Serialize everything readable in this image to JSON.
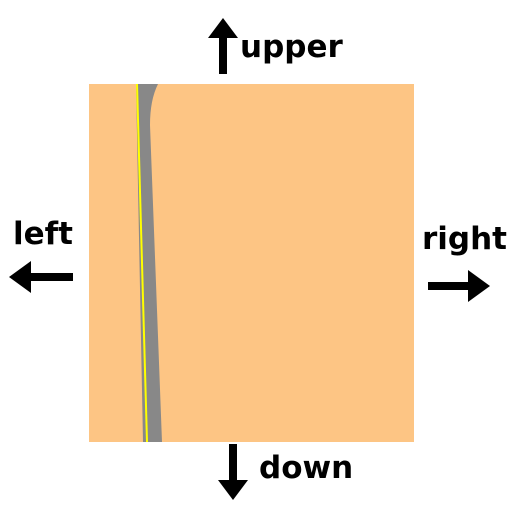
{
  "directions": {
    "upper": "upper",
    "down": "down",
    "left": "left",
    "right": "right"
  },
  "icons": {
    "upper": "arrow-up-icon",
    "down": "arrow-down-icon",
    "left": "arrow-left-icon",
    "right": "arrow-right-icon"
  },
  "colors": {
    "ground": "#FDC584",
    "road": "#888888",
    "centerline": "#FFFF00",
    "arrow": "#000000",
    "text": "#000000",
    "background": "#FFFFFF"
  }
}
